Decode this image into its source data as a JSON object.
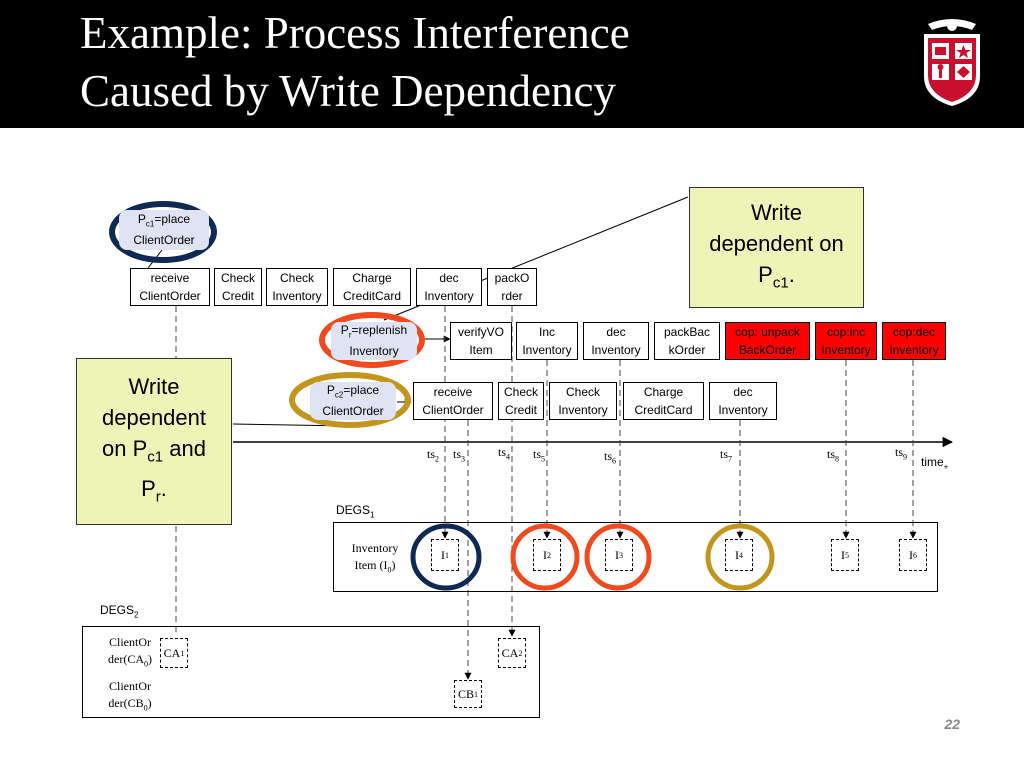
{
  "slide": {
    "title_line1": "Example: Process Interference",
    "title_line2": "Caused by Write Dependency",
    "page_number": "22"
  },
  "colors": {
    "navy": "#0e2a54",
    "orange": "#f04a1e",
    "gold": "#c2961e",
    "note_bg": "#eef3b8",
    "red_box": "#ff0000",
    "pill_bg": "#dfe3f3"
  },
  "processes": {
    "pc1": {
      "main": "P",
      "sub": "c1",
      "rest": "=place",
      "line2": "ClientOrder"
    },
    "pr": {
      "main": "P",
      "sub": "r",
      "rest": "=replenish",
      "line2": "Inventory"
    },
    "pc2": {
      "main": "P",
      "sub": "c2",
      "rest": "=place",
      "line2": "ClientOrder"
    }
  },
  "row1": [
    "receive\nClientOrder",
    "Check\nCredit",
    "Check\nInventory",
    "Charge\nCreditCard",
    "dec\nInventory",
    "packO\nrder"
  ],
  "row2": [
    "verifyVO\nItem",
    "Inc\nInventory",
    "dec\nInventory",
    "packBac\nkOrder",
    "cop: unpack\nBackOrder",
    "cop:inc\nInventory",
    "cop:dec\nInventory"
  ],
  "row3": [
    "receive\nClientOrder",
    "Check\nCredit",
    "Check\nInventory",
    "Charge\nCreditCard",
    "dec\nInventory"
  ],
  "notes": {
    "top": {
      "l1": "Write",
      "l2": "dependent on",
      "l3_main": "P",
      "l3_sub": "c1",
      "l3_end": "."
    },
    "left": {
      "l1": "Write",
      "l2": "dependent",
      "l3a": "on P",
      "l3_sub": "c1",
      "l3b": " and",
      "l4_main": "P",
      "l4_sub": "r",
      "l4_end": "."
    }
  },
  "timeline": {
    "time_label": "time",
    "time_sup": "+",
    "ticks": [
      {
        "main": "ts",
        "sub": "2"
      },
      {
        "main": "ts",
        "sub": "3"
      },
      {
        "main": "ts",
        "sub": "4"
      },
      {
        "main": "ts",
        "sub": "5"
      },
      {
        "main": "ts",
        "sub": "6"
      },
      {
        "main": "ts",
        "sub": "7"
      },
      {
        "main": "ts",
        "sub": "8"
      },
      {
        "main": "ts",
        "sub": "9"
      }
    ]
  },
  "degs1": {
    "label_main": "DEGS",
    "label_sub": "1",
    "item_l1": "Inventory",
    "item_l2a": "Item (I",
    "item_sub": "0",
    "item_l2b": ")",
    "items": [
      {
        "main": "I",
        "sub": "1"
      },
      {
        "main": "I",
        "sub": "2"
      },
      {
        "main": "I",
        "sub": "3"
      },
      {
        "main": "I",
        "sub": "4"
      },
      {
        "main": "I",
        "sub": "5"
      },
      {
        "main": "I",
        "sub": "6"
      }
    ]
  },
  "degs2": {
    "label_main": "DEGS",
    "label_sub": "2",
    "ca_l1": "ClientOr",
    "ca_l2a": "der(CA",
    "ca_sub": "0",
    "ca_l2b": ")",
    "cb_l1": "ClientOr",
    "cb_l2a": "der(CB",
    "cb_sub": "0",
    "cb_l2b": ")",
    "ca1": {
      "main": "CA",
      "sub": "1"
    },
    "ca2": {
      "main": "CA",
      "sub": "2"
    },
    "cb1": {
      "main": "CB",
      "sub": "1"
    }
  }
}
